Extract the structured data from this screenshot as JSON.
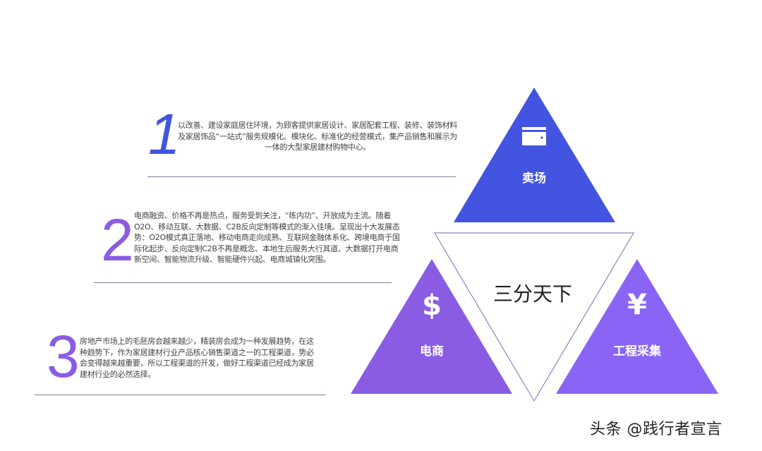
{
  "items": [
    {
      "number": "1",
      "text": "以改善、建设家庭居住环境，为顾客提供家居设计、家居配套工程、装修、装饰材料及家居饰品“一站式”服务规模化、模块化、标准化的经营模式，集产品销售和展示为一体的大型家居建材购物中心。"
    },
    {
      "number": "2",
      "text": "电商融资、价格不再是热点，服务受到关注，“练内功”、开放成为主流。随着O2O、移动互联、大数据、C2B反向定制等模式的渐入佳境。呈现出十大发展态势：O2O模式真正落地、移动电商走向成熟、互联网金融体系化、跨境电商于国际化起步、反向定制C2B不再是概念、本地生后服务大行其道、大数据打开电商新空间、智能物流升级、智能硬件兴起、电商城镇化突围。"
    },
    {
      "number": "3",
      "text": "房地产市场上的毛胚房会越来越少，精装房会成为一种发展趋势，在这种趋势下，作为家居建材行业产品核心销售渠道之一的工程渠道，势必会变得越来越重要，所以工程渠道的开发，做好工程渠道已经成为家居建材行业的必然选择。"
    }
  ],
  "diagram": {
    "center_title": "三分天下",
    "triangles": [
      {
        "label": "卖场",
        "icon": "wallet-icon",
        "glyph": "",
        "color": "#4254e0"
      },
      {
        "label": "电商",
        "icon": "dollar-icon",
        "glyph": "$",
        "color": "#8a5ce3"
      },
      {
        "label": "工程采集",
        "icon": "yen-icon",
        "glyph": "¥",
        "color": "#8a65f5"
      }
    ],
    "outline_color": "#8c84c8"
  },
  "watermark": "头条 @践行者宣言"
}
